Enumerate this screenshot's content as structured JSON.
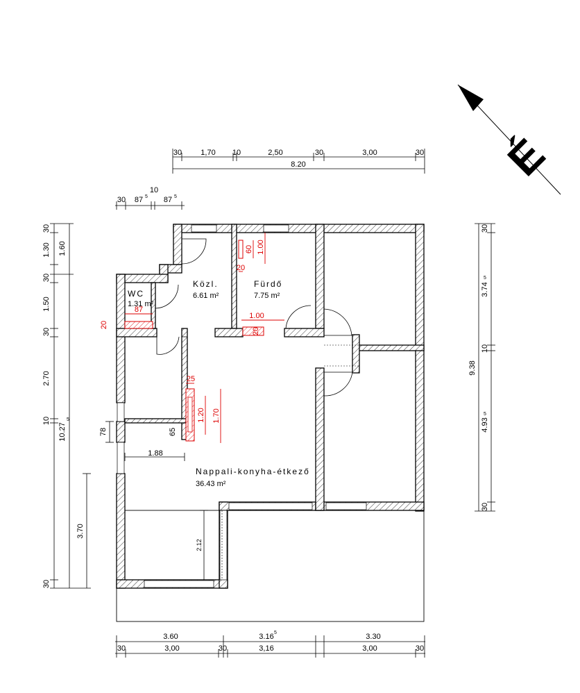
{
  "north_label": "É",
  "rooms": [
    {
      "name": "WC",
      "area": "1.31 m²"
    },
    {
      "name": "Közl.",
      "area": "6.61 m²"
    },
    {
      "name": "Fürdő",
      "area": "7.75 m²"
    },
    {
      "name": "Nappali-konyha-étkező",
      "area": "36.43 m²"
    }
  ],
  "dims_top": [
    "30",
    "1,70",
    "10",
    "2,50",
    "30",
    "3,00",
    "30"
  ],
  "dim_top_total": "8.20",
  "dims_top_small": [
    "30",
    "87",
    "10",
    "87"
  ],
  "dims_left_inner": [
    "30",
    "1.30",
    "30",
    "1.50",
    "30",
    "2.70",
    "10",
    "78",
    "65"
  ],
  "dims_left_mid": [
    "1.60",
    "10.27",
    "3.70",
    "30"
  ],
  "dims_right": [
    "30",
    "3.74",
    "10",
    "4.93",
    "30"
  ],
  "dim_right_total": "9.38",
  "dims_bottom_1": [
    "3.60",
    "3.16",
    "3.30"
  ],
  "dims_bottom_2": [
    "30",
    "3,00",
    "30",
    "3,16",
    "3,00",
    "30"
  ],
  "dims_red": [
    "60",
    "1.00",
    "20",
    "87",
    "20",
    "1.00",
    "20",
    "25",
    "1.20",
    "1.70"
  ],
  "dims_misc": [
    "1.88",
    "2.12"
  ],
  "superscripts": [
    "5",
    "5",
    "5",
    "5",
    "5",
    "5"
  ]
}
